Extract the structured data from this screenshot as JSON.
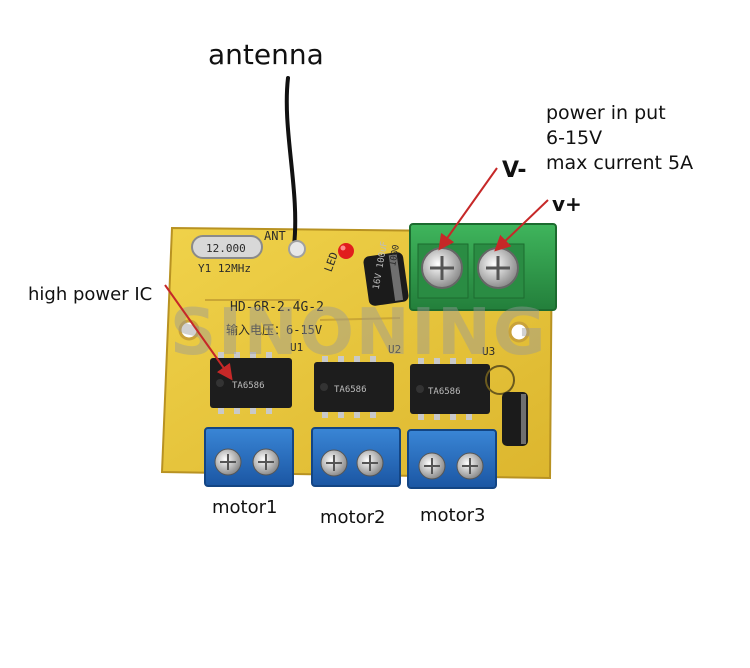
{
  "labels": {
    "antenna": "antenna",
    "power_line1": "power in put",
    "power_line2": "6-15V",
    "power_line3": "max current 5A",
    "v_minus": "V-",
    "v_plus": "v+",
    "high_power_ic": "high power IC",
    "motor1": "motor1",
    "motor2": "motor2",
    "motor3": "motor3"
  },
  "board_silkscreen": {
    "model": "HD-6R-2.4G-2",
    "input_voltage": "输入电压：6-15V",
    "ant": "ANT",
    "led": "LED",
    "u1": "U1",
    "u2": "U2",
    "u3": "U3",
    "crystal": "Y1 12MHz",
    "crystal_top": "12.000",
    "cap_big": "1000",
    "cap_small": "16V 100uF",
    "chip_text": "TA6586",
    "watermark": "SINONING"
  },
  "colors": {
    "pcb": "#e9c63c",
    "terminal_green": "#2f9a4a",
    "terminal_blue": "#2467b8",
    "ic_black": "#1d1d1d",
    "arrow_red": "#c62828"
  }
}
